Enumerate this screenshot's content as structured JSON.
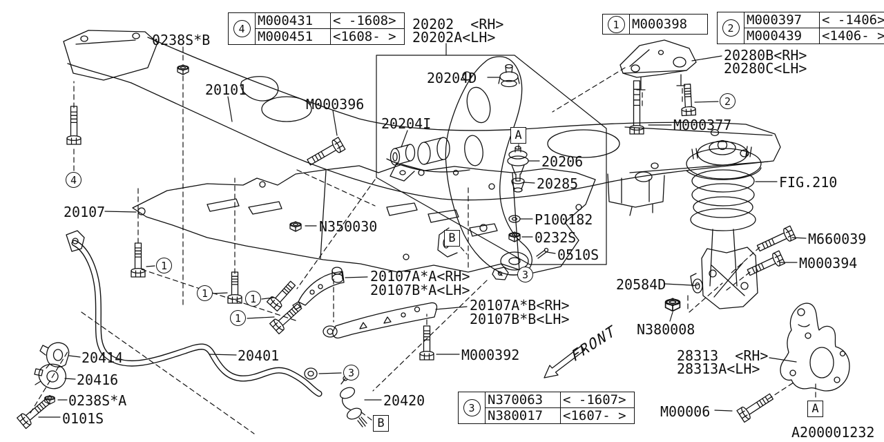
{
  "page": {
    "background": "#ffffff",
    "line_color": "#101010",
    "diagram_id": "A200001232"
  },
  "labels": {
    "p0238s_b": "0238S*B",
    "p20101": "20101",
    "m000396": "M000396",
    "p20107": "20107",
    "n350030": "N350030",
    "p20414": "20414",
    "p20416": "20416",
    "p0238s_a": "0238S*A",
    "p0101s": "0101S",
    "p20401": "20401",
    "p20202_rh": "20202  <RH>",
    "p20202_lh": "20202A<LH>",
    "p20204d": "20204D",
    "p20204i": "20204I",
    "p20206": "20206",
    "p20285": "20285",
    "p100182": "P100182",
    "p0232s": "0232S",
    "p0510s": "0510S",
    "p20107a_a_rh": "20107A*A<RH>",
    "p20107b_a_lh": "20107B*A<LH>",
    "p20107a_b_rh": "20107A*B<RH>",
    "p20107b_b_lh": "20107B*B<LH>",
    "m000392": "M000392",
    "p20420": "20420",
    "p28313_rh": "28313  <RH>",
    "p28313a_lh": "28313A<LH>",
    "m00006": "M00006",
    "fig210": "FIG.210",
    "m660039": "M660039",
    "m000394": "M000394",
    "p20584d": "20584D",
    "n380008": "N380008",
    "m000377": "M000377",
    "p20280b_rh": "20280B<RH>",
    "p20280c_lh": "20280C<LH>",
    "front": "FRONT",
    "diagram_id": "A200001232"
  },
  "markers": {
    "n1": "1",
    "n2": "2",
    "n3": "3",
    "n4": "4",
    "box_a": "A",
    "box_b": "B"
  },
  "ref_tables": {
    "t4": {
      "marker": "4",
      "rows": [
        {
          "part": "M000431",
          "range": "< -1608>"
        },
        {
          "part": "M000451",
          "range": "<1608- >"
        }
      ]
    },
    "t1": {
      "marker": "1",
      "rows": [
        {
          "part": "M000398",
          "range": ""
        }
      ]
    },
    "t2": {
      "marker": "2",
      "rows": [
        {
          "part": "M000397",
          "range": "< -1406>"
        },
        {
          "part": "M000439",
          "range": "<1406- >"
        }
      ]
    },
    "t3": {
      "marker": "3",
      "rows": [
        {
          "part": "N370063",
          "range": "< -1607>"
        },
        {
          "part": "N380017",
          "range": "<1607- >"
        }
      ]
    }
  }
}
